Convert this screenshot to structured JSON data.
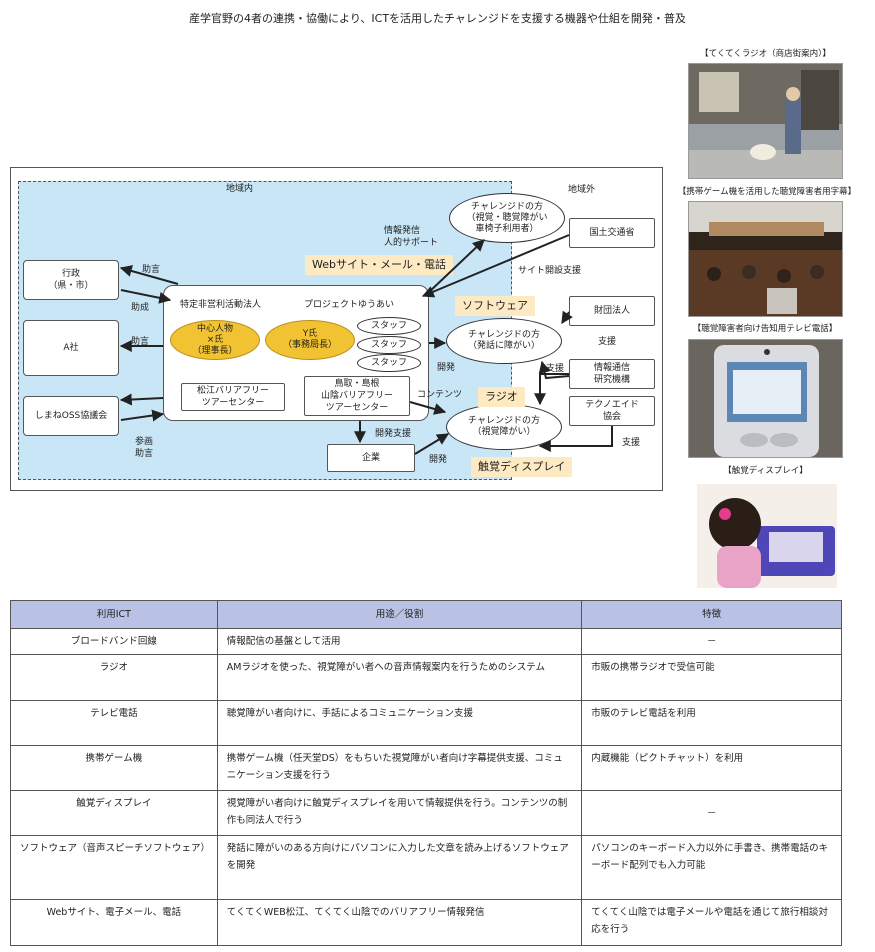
{
  "title": "産学官野の4者の連携・協働により、ICTを活用したチャレンジドを支援する機器や仕組を開発・普及",
  "diagram": {
    "region_inner": "地域内",
    "region_outer": "地域外",
    "gyosei": "行政\n（県・市）",
    "a_sha": "A社",
    "shimane": "しまねOSS協議会",
    "npo_title": "特定非営利活動法人",
    "project": "プロジェクトゆうあい",
    "x_person": "中心人物\n×氏\n（理事長）",
    "y_person": "Y氏\n（事務局長）",
    "staff": [
      "スタッフ",
      "スタッフ",
      "スタッフ"
    ],
    "matsue_center": "松江バリアフリー\nツアーセンター",
    "tottori_center": "鳥取・島根\n山陰バリアフリー\nツアーセンター",
    "kigyo": "企業",
    "challenged_top": "チャレンジドの方\n（視覚・聴覚障がい\n車椅子利用者）",
    "challenged_mid": "チャレンジドの方\n（発話に障がい）",
    "challenged_bot": "チャレンジドの方\n（視覚障がい）",
    "mlit": "国土交通省",
    "foundation": "財団法人",
    "nict": "情報通信\n研究機構",
    "technoaid": "テクノエイド\n協会",
    "hl_web": "Webサイト・メール・電話",
    "hl_software": "ソフトウェア",
    "hl_radio": "ラジオ",
    "hl_tactile": "触覚ディスプレイ",
    "lbl_jogen1": "助言",
    "lbl_josei": "助成",
    "lbl_jogen2": "助言",
    "lbl_sankaku": "参画\n助言",
    "lbl_joho": "情報発信\n人的サポート",
    "lbl_site": "サイト開設支援",
    "lbl_kaihatsu1": "開発",
    "lbl_kaihatsu2": "開発",
    "lbl_contents": "コンテンツ",
    "lbl_kaihatsu_shien": "開発支援",
    "lbl_shien1": "支援",
    "lbl_shien2": "支援",
    "lbl_shien3": "支援"
  },
  "photos": [
    {
      "caption": "【てくてくラジオ（商店街案内）】"
    },
    {
      "caption": "【携帯ゲーム機を活用した聴覚障害者用字幕】"
    },
    {
      "caption": "【聴覚障害者向け告知用テレビ電話】"
    },
    {
      "caption": "【触覚ディスプレイ】"
    }
  ],
  "table": {
    "headers": [
      "利用ICT",
      "用途／役割",
      "特徴"
    ],
    "rows": [
      [
        "ブロードバンド回線",
        "情報配信の基盤として活用",
        "－"
      ],
      [
        "ラジオ",
        "AMラジオを使った、視覚障がい者への音声情報案内を行うためのシステム",
        "市販の携帯ラジオで受信可能"
      ],
      [
        "テレビ電話",
        "聴覚障がい者向けに、手話によるコミュニケーション支援",
        "市販のテレビ電話を利用"
      ],
      [
        "携帯ゲーム機",
        "携帯ゲーム機（任天堂DS）をもちいた視覚障がい者向け字幕提供支援、コミュニケーション支援を行う",
        "内蔵機能（ピクトチャット）を利用"
      ],
      [
        "触覚ディスプレイ",
        "視覚障がい者向けに触覚ディスプレイを用いて情報提供を行う。コンテンツの制作も同法人で行う",
        "－"
      ],
      [
        "ソフトウェア（音声スピーチソフトウェア）",
        "発話に障がいのある方向けにパソコンに入力した文章を読み上げるソフトウェアを開発",
        "パソコンのキーボード入力以外に手書き、携帯電話のキーボード配列でも入力可能"
      ],
      [
        "Webサイト、電子メール、電話",
        "てくてくWEB松江、てくてく山陰でのバリアフリー情報発信",
        "てくてく山陰では電子メールや電話を通じて旅行相談対応を行う"
      ]
    ]
  }
}
